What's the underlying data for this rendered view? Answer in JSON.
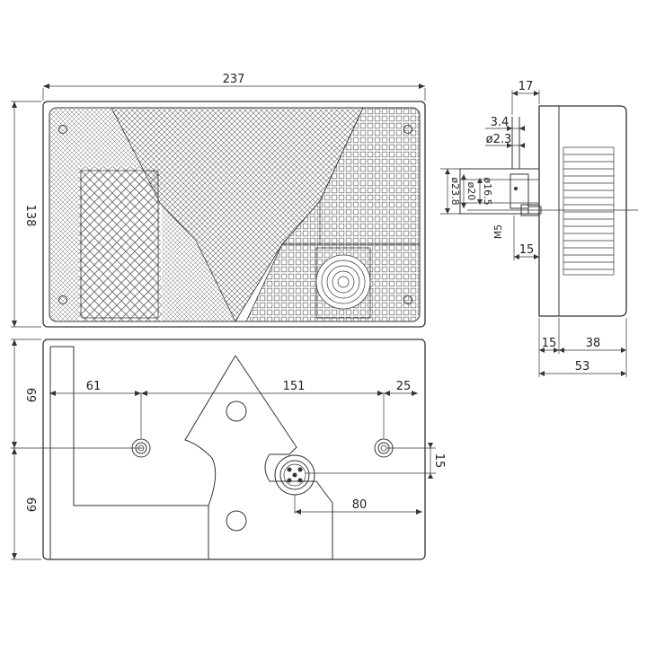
{
  "front_view": {
    "width_dim": "237",
    "height_dim": "138"
  },
  "back_view": {
    "upper_half_dim": "69",
    "lower_half_dim": "69",
    "left_hole_dim": "61",
    "hole_spacing_dim": "151",
    "right_hole_dim": "25",
    "hole_offset_dim": "15",
    "connector_dim": "80"
  },
  "side_view": {
    "depth_top_dim": "17",
    "stud_dim": "3.4",
    "pin_diam_dim": "ø2.3",
    "diam_20": "ø20",
    "diam_16_5": "ø16.5",
    "diam_23_8": "ø23.8",
    "thread_dim": "M5",
    "thread_len_dim": "15",
    "bottom_left_dim": "15",
    "bottom_right_dim": "38",
    "total_depth_dim": "53"
  },
  "colors": {
    "line": "#333333",
    "pattern": "#555555",
    "background": "#ffffff"
  }
}
